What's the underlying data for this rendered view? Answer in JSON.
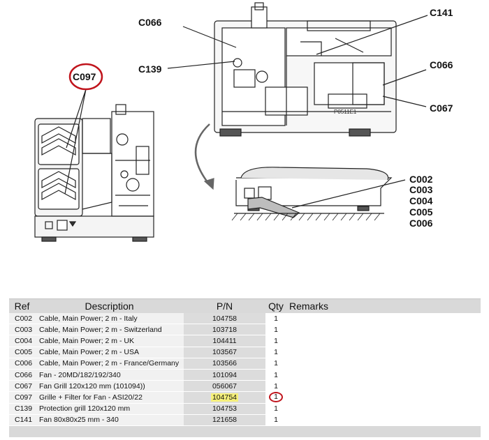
{
  "diagram": {
    "callouts": {
      "c097": "C097",
      "c066_top": "C066",
      "c139": "C139",
      "c141": "C141",
      "c066_right": "C066",
      "c067": "C067",
      "cables": [
        "C002",
        "C003",
        "C004",
        "C005",
        "C006"
      ]
    },
    "panel_code": "P0511E1",
    "accent_color": "#c0141c"
  },
  "table": {
    "headers": {
      "ref": "Ref",
      "description": "Description",
      "pn": "P/N",
      "qty": "Qty",
      "remarks": "Remarks"
    },
    "rows": [
      {
        "ref": "C002",
        "description": "Cable, Main Power; 2 m - Italy",
        "pn": "104758",
        "qty": "1",
        "remarks": ""
      },
      {
        "ref": "C003",
        "description": "Cable, Main Power; 2 m - Switzerland",
        "pn": "103718",
        "qty": "1",
        "remarks": ""
      },
      {
        "ref": "C004",
        "description": "Cable, Main Power; 2 m - UK",
        "pn": "104411",
        "qty": "1",
        "remarks": ""
      },
      {
        "ref": "C005",
        "description": "Cable, Main Power; 2 m - USA",
        "pn": "103567",
        "qty": "1",
        "remarks": ""
      },
      {
        "ref": "C006",
        "description": "Cable, Main Power; 2 m - France/Germany",
        "pn": "103566",
        "qty": "1",
        "remarks": ""
      },
      {
        "ref": "C066",
        "description": "Fan - 20MD/182/192/340",
        "pn": "101094",
        "qty": "1",
        "remarks": ""
      },
      {
        "ref": "C067",
        "description": "Fan Grill 120x120 mm (101094))",
        "pn": "056067",
        "qty": "1",
        "remarks": ""
      },
      {
        "ref": "C097",
        "description": "Grille + Filter for Fan - ASI20/22",
        "pn": "104754",
        "qty": "1",
        "remarks": ""
      },
      {
        "ref": "C139",
        "description": "Protection grill 120x120 mm",
        "pn": "104753",
        "qty": "1",
        "remarks": ""
      },
      {
        "ref": "C141",
        "description": "Fan 80x80x25 mm - 340",
        "pn": "121658",
        "qty": "1",
        "remarks": ""
      }
    ],
    "highlighted_ref": "C097",
    "highlight_color": "#f6f07a"
  }
}
